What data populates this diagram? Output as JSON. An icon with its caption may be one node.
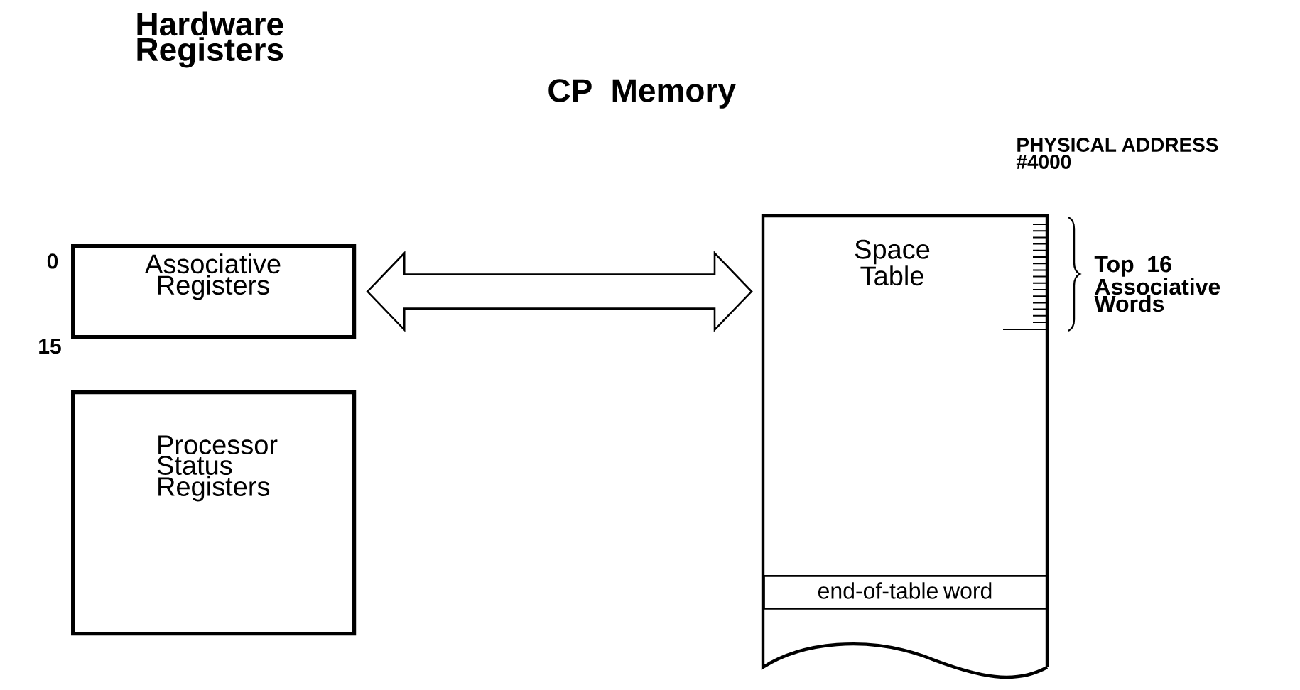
{
  "diagram": {
    "nodes": [
      {
        "text": [
          "Associative Registers"
        ],
        "beside": [
          "0",
          "15"
        ]
      },
      {
        "text": [
          "Processor Status Registers"
        ]
      },
      {
        "text": [
          "Space Table"
        ]
      },
      {
        "text": [
          "end-of-table word"
        ],
        "in": 2
      }
    ],
    "edges": [
      {
        "from": 0,
        "to": 2,
        "arrow": "both"
      }
    ],
    "labels": [
      "Hardware Registers",
      "CP Memory",
      "PHYSICAL ADDRESS #4000",
      "Top 16 Associative Words"
    ]
  }
}
